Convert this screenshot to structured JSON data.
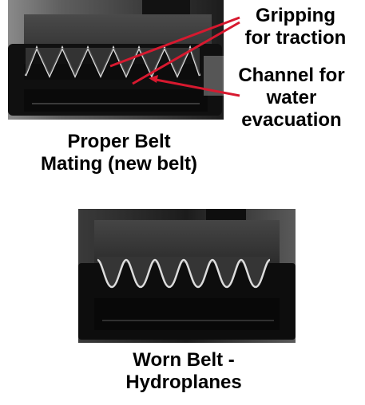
{
  "annotations": {
    "gripping": [
      "Gripping",
      "for traction"
    ],
    "channel": [
      "Channel for",
      "water",
      "evacuation"
    ]
  },
  "captions": {
    "new_belt": [
      "Proper Belt",
      "Mating (new belt)"
    ],
    "worn_belt": [
      "Worn Belt -",
      "Hydroplanes"
    ]
  },
  "colors": {
    "arrow": "#d7192f",
    "photo_dark": "#111111",
    "belt_gray": "#3d3d3d",
    "groove_highlight": "#dcdcdc"
  }
}
